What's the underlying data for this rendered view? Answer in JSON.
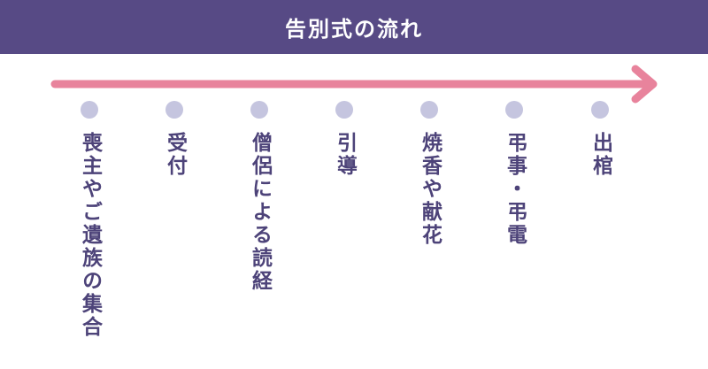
{
  "header": {
    "title": "告別式の流れ"
  },
  "colors": {
    "header_bg": "#574a85",
    "arrow": "#e8839c",
    "dot": "#c5c5df",
    "text": "#4d4379"
  },
  "steps": [
    {
      "label": "喪主やご遺族の集合"
    },
    {
      "label": "受付"
    },
    {
      "label": "僧侶による読経"
    },
    {
      "label": "引導"
    },
    {
      "label": "焼香や献花"
    },
    {
      "label": "弔事・弔電"
    },
    {
      "label": "出棺"
    }
  ]
}
